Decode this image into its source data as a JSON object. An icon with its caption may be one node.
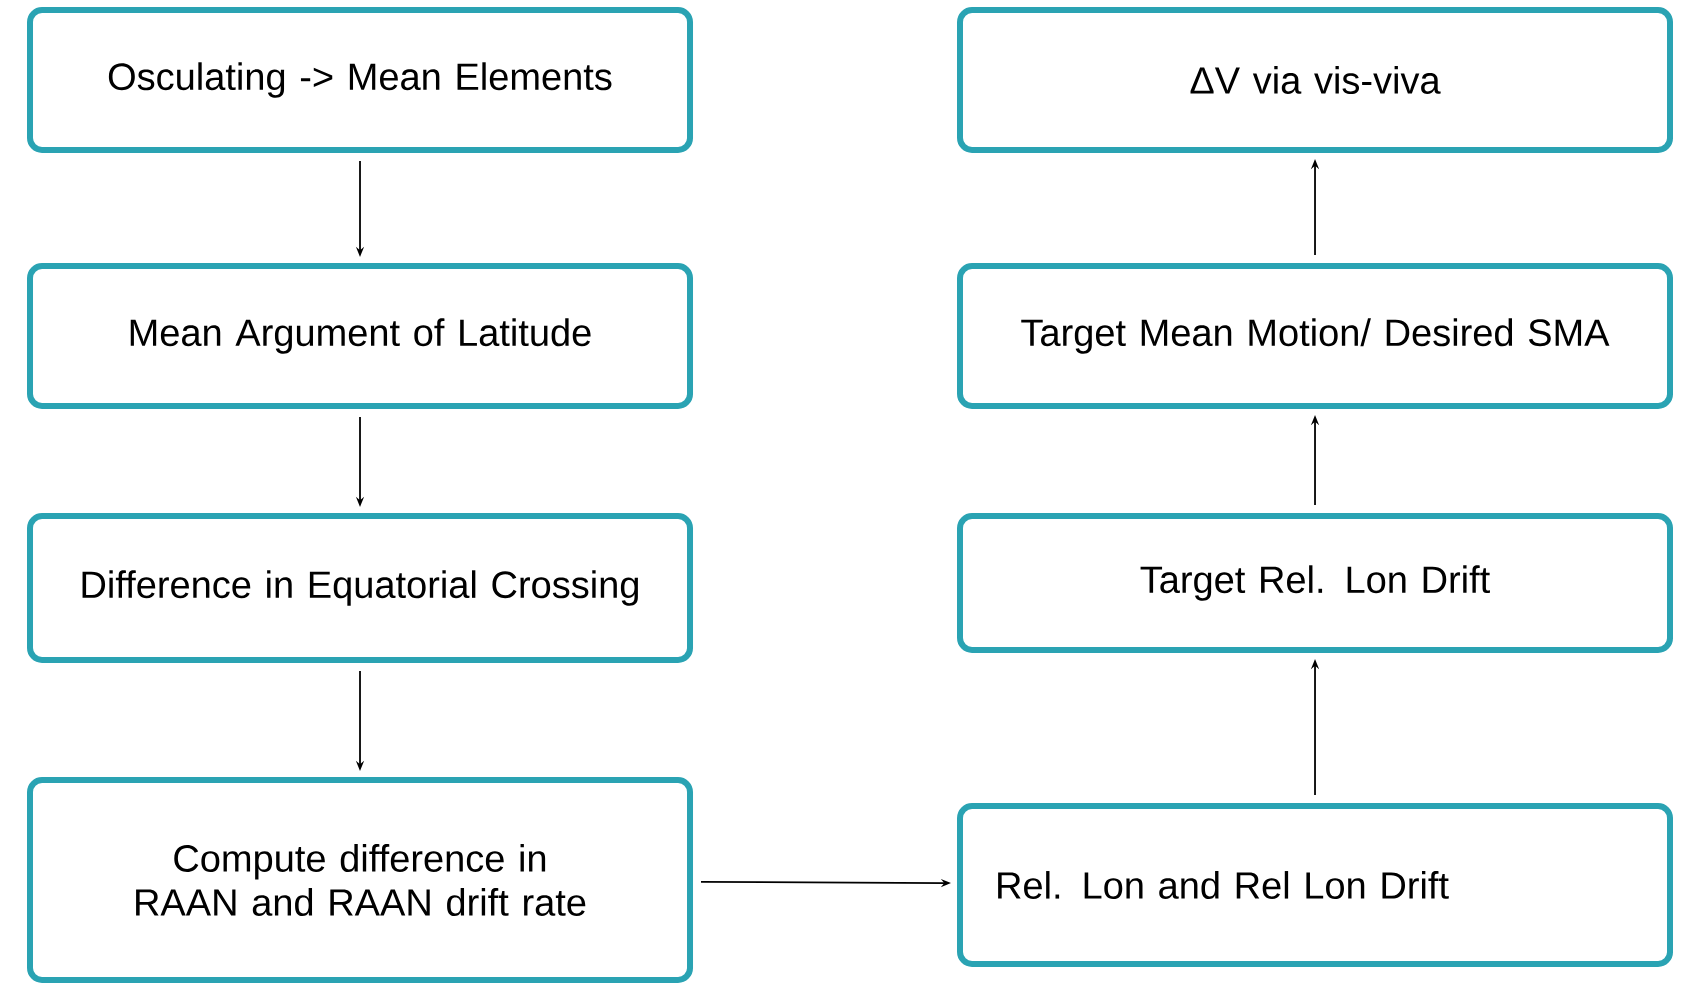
{
  "diagram": {
    "nodes": [
      {
        "text": [
          "Osculating -> Mean Elements"
        ]
      },
      {
        "text": [
          "Mean Argument of Latitude"
        ]
      },
      {
        "text": [
          "Difference in Equatorial Crossing"
        ]
      },
      {
        "text": [
          "Compute difference in RAAN and RAAN drift rate"
        ]
      },
      {
        "text": [
          "Rel. Lon and Rel Lon Drift"
        ]
      },
      {
        "text": [
          "Target Rel. Lon Drift"
        ]
      },
      {
        "text": [
          "Target Mean Motion/ Desired SMA"
        ]
      },
      {
        "text": [
          "ΔV via vis-viva"
        ]
      }
    ],
    "edges": [
      {
        "from": 0,
        "to": 1,
        "arrow": "to"
      },
      {
        "from": 1,
        "to": 2,
        "arrow": "to"
      },
      {
        "from": 2,
        "to": 3,
        "arrow": "to"
      },
      {
        "from": 3,
        "to": 4,
        "arrow": "to"
      },
      {
        "from": 4,
        "to": 5,
        "arrow": "to"
      },
      {
        "from": 5,
        "to": 6,
        "arrow": "to"
      },
      {
        "from": 6,
        "to": 7,
        "arrow": "to"
      }
    ]
  }
}
